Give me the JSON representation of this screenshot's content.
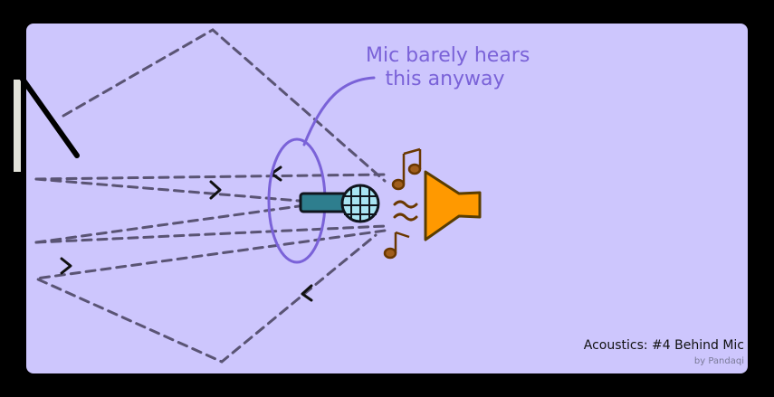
{
  "annotation": {
    "line1": "Mic barely hears",
    "line2": "this anyway"
  },
  "caption": {
    "title": "Acoustics: #4 Behind Mic",
    "credit": "by Pandaqi"
  },
  "icons": [
    "microphone-icon",
    "speaker-horn-icon",
    "music-note-icon",
    "sound-wave-icon",
    "arrow-head-icon"
  ],
  "colors": {
    "background": "#000000",
    "panel": "#cdc6fd",
    "ray": "#5a5474",
    "annotation": "#7a62d8",
    "speaker": "#ff9900",
    "mic_body": "#2e7e8e",
    "mic_head": "#a8e4f2",
    "notes": "#7a4300"
  }
}
